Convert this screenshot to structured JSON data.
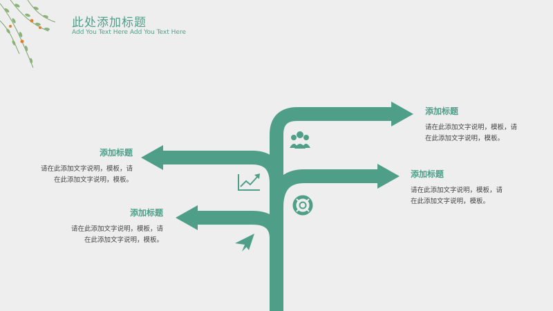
{
  "header": {
    "title": "此处添加标题",
    "subtitle": "Add You Text Here Add You Text Here"
  },
  "colors": {
    "accent": "#4f9f88",
    "background": "#eeeeee",
    "text": "#444444",
    "leaf": "#8ab27a",
    "berry": "#d9822b"
  },
  "items": [
    {
      "title": "添加标题",
      "line1": "请在此添加文字说明，模板，请",
      "line2": "在此添加文字说明，模板。",
      "icon": "team-icon"
    },
    {
      "title": "添加标题",
      "line1": "请在此添加文字说明，模板，请",
      "line2": "在此添加文字说明，模板。",
      "icon": "chart-icon"
    },
    {
      "title": "添加标题",
      "line1": "请在此添加文字说明，模板，请",
      "line2": "在此添加文字说明，模板。",
      "icon": "lifebuoy-icon"
    },
    {
      "title": "添加标题",
      "line1": "请在此添加文字说明，模板，请",
      "line2": "在此添加文字说明，模板。",
      "icon": "paper-plane-icon"
    }
  ]
}
